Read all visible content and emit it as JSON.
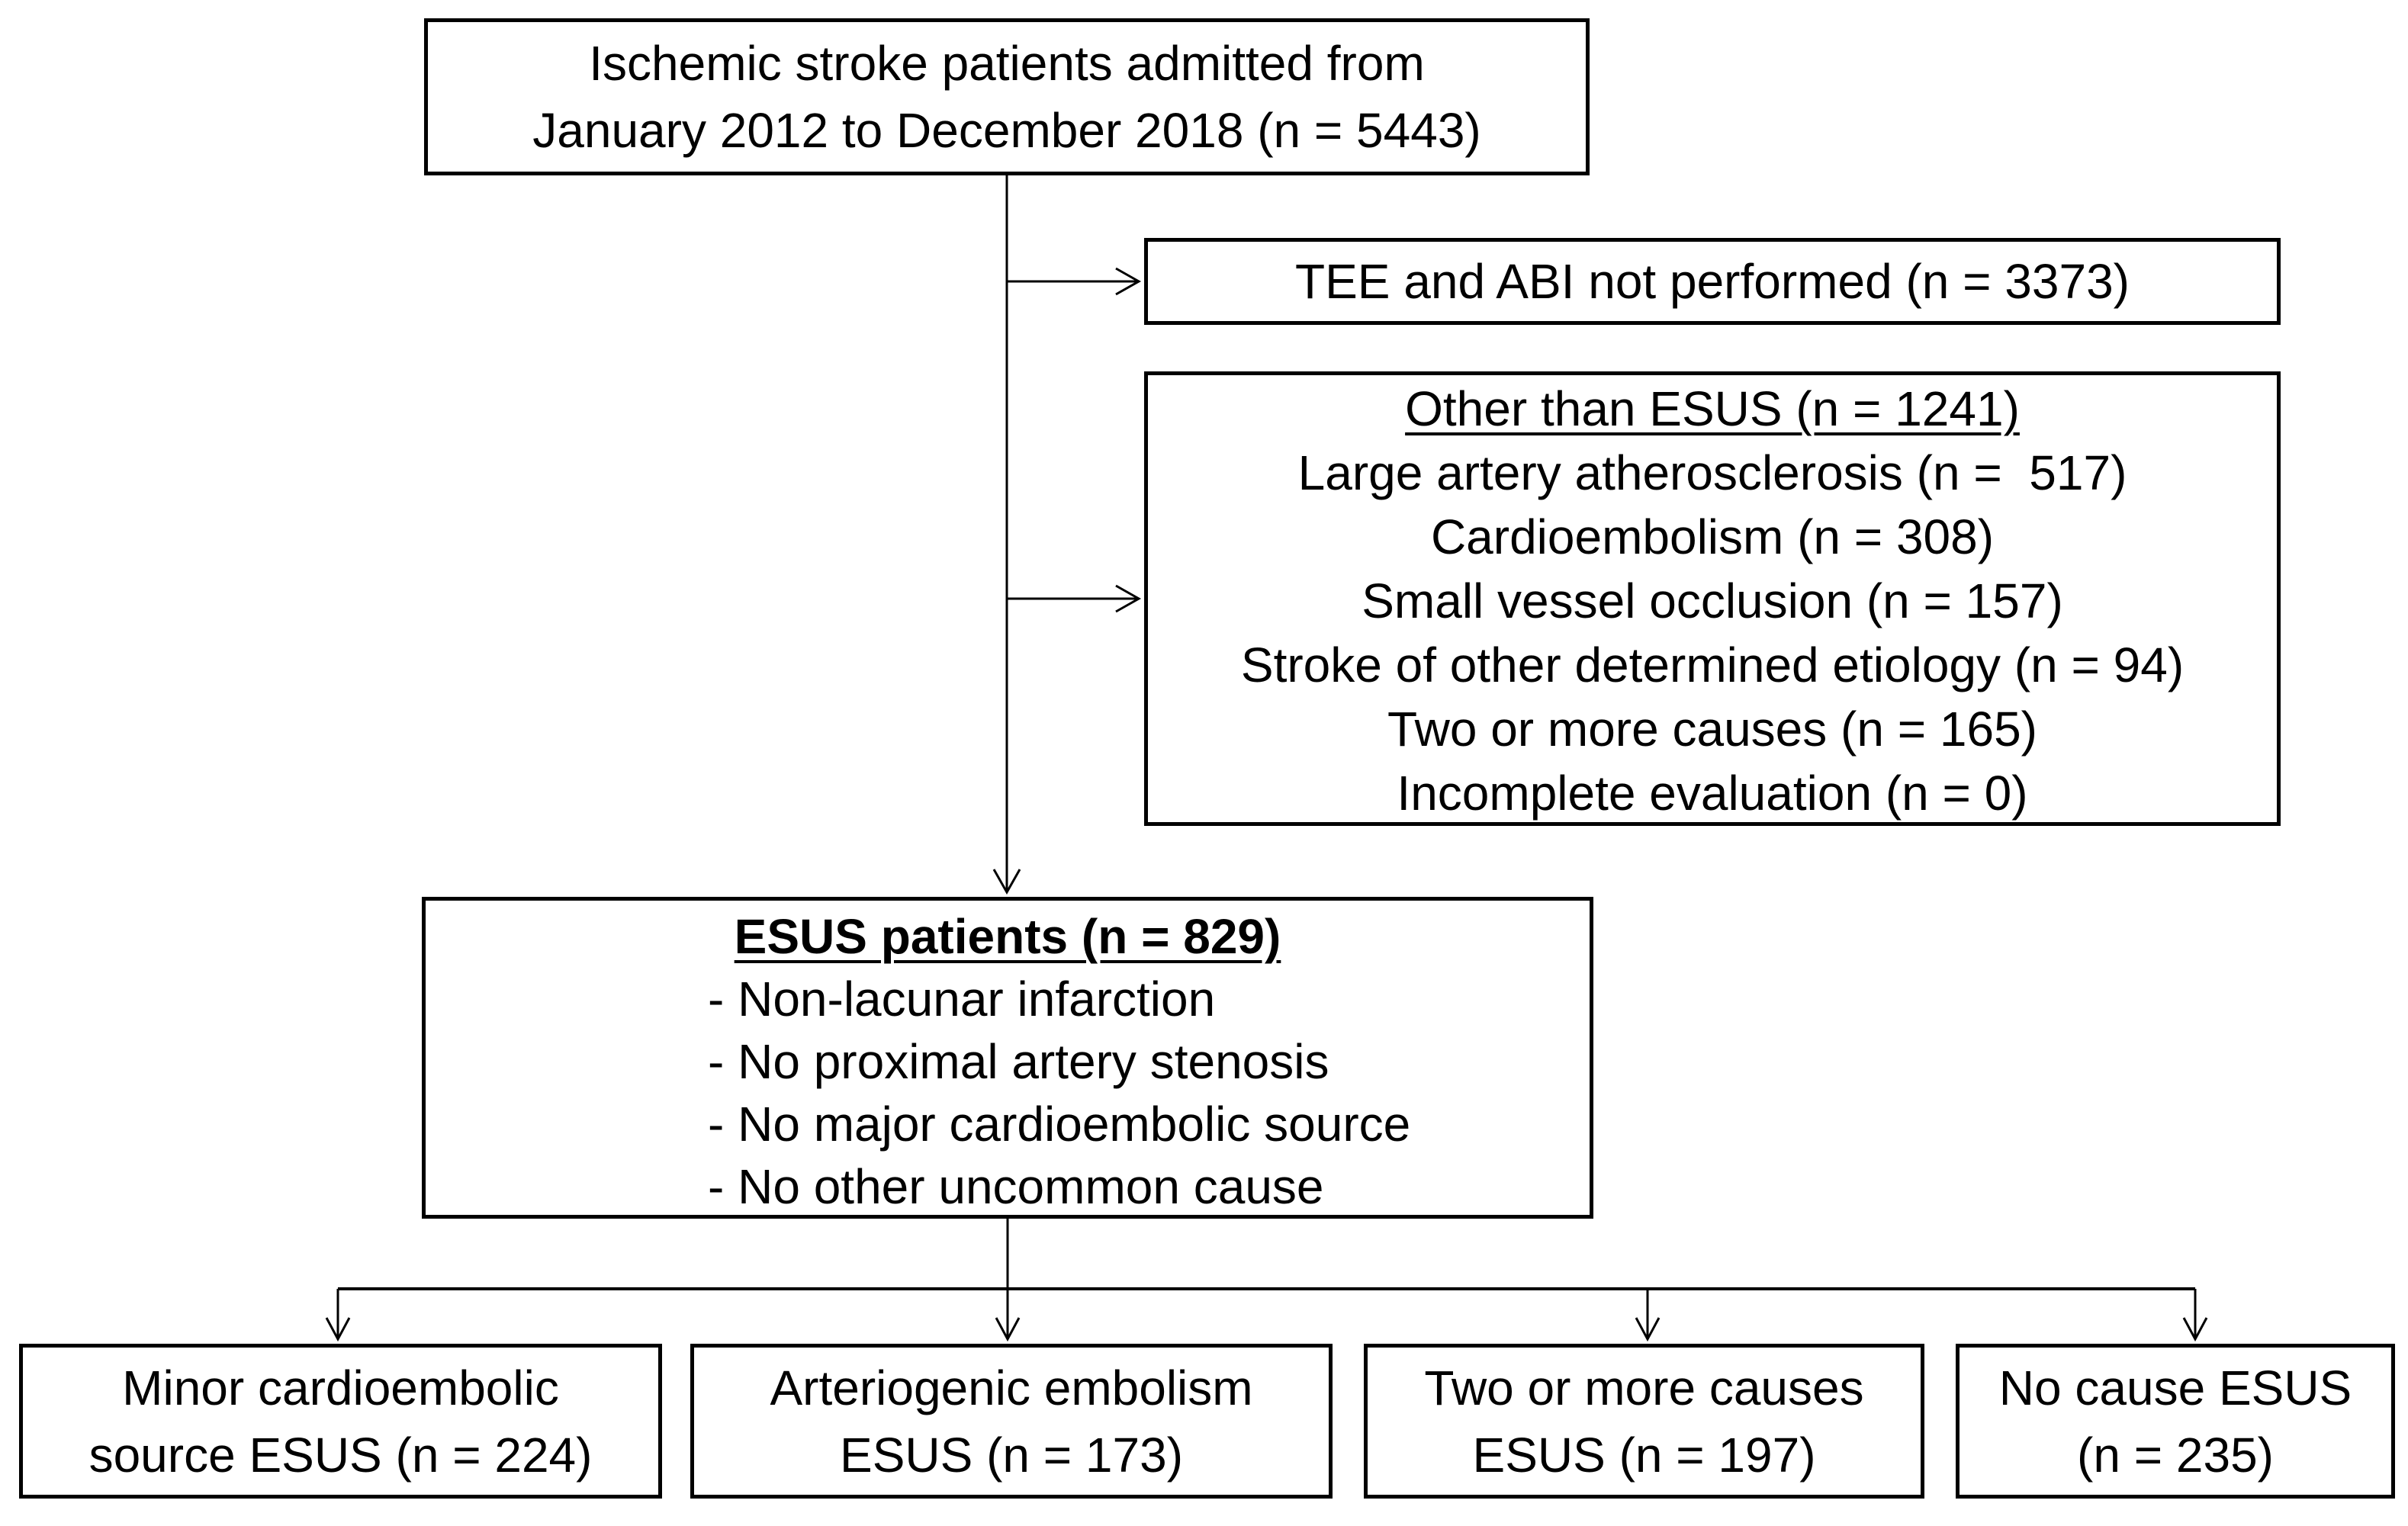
{
  "figure": {
    "type": "patient-flow-diagram",
    "boxes": {
      "top": {
        "text": "Ischemic stroke patients admitted from\nJanuary 2012 to December 2018 (n = 5443)"
      },
      "tee": {
        "text": "TEE and ABI not performed (n = 3373)"
      },
      "other": {
        "heading": "Other than ESUS (n = 1241)",
        "items": [
          "Large artery atherosclerosis (n =  517)",
          "Cardioembolism (n = 308)",
          "Small vessel occlusion (n = 157)",
          "Stroke of other determined etiology (n = 94)",
          "Two or more causes (n = 165)",
          "Incomplete evaluation (n = 0)"
        ]
      },
      "esus": {
        "heading": "ESUS patients (n = 829)",
        "items": [
          "- Non-lacunar infarction",
          "- No proximal artery stenosis",
          "- No major cardioembolic source",
          "- No other uncommon cause"
        ]
      },
      "outcomes": [
        {
          "text": "Minor cardioembolic\nsource ESUS (n = 224)"
        },
        {
          "text": "Arteriogenic embolism\nESUS (n = 173)"
        },
        {
          "text": "Two or more causes\nESUS (n = 197)"
        },
        {
          "text": "No cause ESUS\n(n = 235)"
        }
      ]
    },
    "colors": {
      "ink": "#000000",
      "paper": "#ffffff"
    }
  }
}
